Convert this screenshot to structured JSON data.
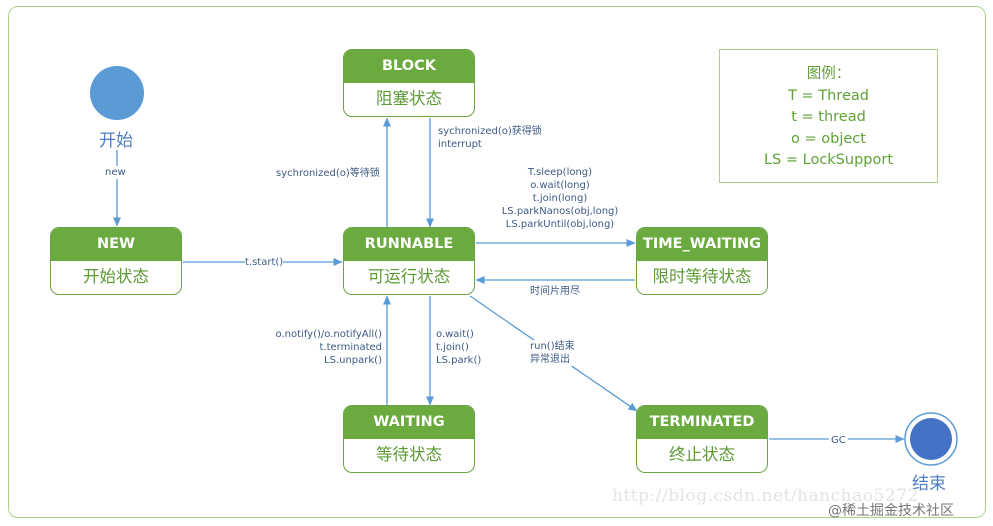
{
  "start": {
    "label": "开始"
  },
  "end": {
    "label": "结束"
  },
  "states": {
    "block": {
      "title": "BLOCK",
      "subtitle": "阻塞状态"
    },
    "new": {
      "title": "NEW",
      "subtitle": "开始状态"
    },
    "runnable": {
      "title": "RUNNABLE",
      "subtitle": "可运行状态"
    },
    "time_waiting": {
      "title": "TIME_WAITING",
      "subtitle": "限时等待状态"
    },
    "waiting": {
      "title": "WAITING",
      "subtitle": "等待状态"
    },
    "terminated": {
      "title": "TERMINATED",
      "subtitle": "终止状态"
    }
  },
  "transitions": {
    "new": "new",
    "start": "t.start()",
    "to_block": "sychronized(o)等待锁",
    "from_block": [
      "sychronized(o)获得锁",
      "interrupt"
    ],
    "to_time_waiting": [
      "T.sleep(long)",
      "o.wait(long)",
      "t.join(long)",
      "LS.parkNanos(obj,long)",
      "LS.parkUntil(obj,long)"
    ],
    "from_time_waiting": "时间片用尽",
    "from_waiting": [
      "o.notify()/o.notifyAll()",
      "t.terminated",
      "LS.unpark()"
    ],
    "to_waiting": [
      "o.wait()",
      "t.join()",
      "LS.park()"
    ],
    "to_terminated": [
      "run()结束",
      "异常退出"
    ],
    "gc": "GC"
  },
  "legend": {
    "title": "图例：",
    "items": [
      "T = Thread",
      "t = thread",
      "o = object",
      "LS = LockSupport"
    ]
  },
  "watermark": "http://blog.csdn.net/hanchao5272",
  "credit": "@稀土掘金技术社区",
  "colors": {
    "state_header": "#6aaa3e",
    "state_border": "#6aa443",
    "arrow": "#5b9bd5",
    "label": "#3d5a85",
    "legend": "#5fa236"
  }
}
